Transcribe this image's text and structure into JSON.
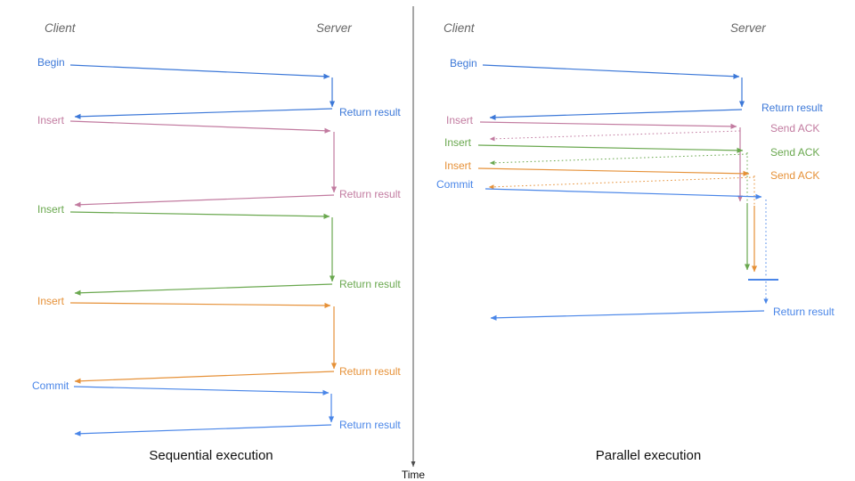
{
  "diagram": {
    "time_axis_label": "Time",
    "colors": {
      "begin_blue": "#3c78d8",
      "insert_pink": "#c27ba0",
      "insert_green": "#6aa84f",
      "insert_orange": "#e69138",
      "commit_blue": "#4a86e8",
      "time_axis_gray": "#4d4d4d",
      "lifeline_header_gray": "#666666",
      "title_black": "#111111"
    },
    "sequential": {
      "title": "Sequential execution",
      "client_label": "Client",
      "server_label": "Server",
      "messages": [
        {
          "request": "Begin",
          "response": "Return result"
        },
        {
          "request": "Insert",
          "response": "Return result"
        },
        {
          "request": "Insert",
          "response": "Return result"
        },
        {
          "request": "Insert",
          "response": "Return result"
        },
        {
          "request": "Commit",
          "response": "Return result"
        }
      ]
    },
    "parallel": {
      "title": "Parallel execution",
      "client_label": "Client",
      "server_label": "Server",
      "messages": [
        {
          "request": "Begin",
          "response": "Return result"
        },
        {
          "request": "Insert",
          "response": "Send ACK"
        },
        {
          "request": "Insert",
          "response": "Send ACK"
        },
        {
          "request": "Insert",
          "response": "Send ACK"
        },
        {
          "request": "Commit",
          "response": "Return result"
        }
      ]
    }
  }
}
